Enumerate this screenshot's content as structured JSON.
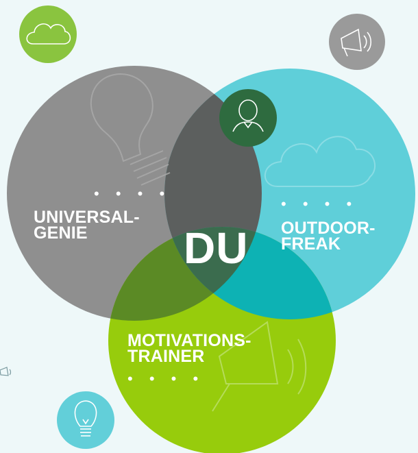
{
  "diagram": {
    "center_text": "DU",
    "circles": [
      {
        "id": "universal",
        "lines": [
          "UNIVERSAL-",
          "GENIE"
        ],
        "color": "#8f8f8f"
      },
      {
        "id": "outdoor",
        "lines": [
          "OUTDOOR-",
          "FREAK"
        ],
        "color": "#5fcfd9"
      },
      {
        "id": "motivation",
        "lines": [
          "MOTIVATIONS-",
          "TRAINER"
        ],
        "color": "#97cc0c"
      }
    ],
    "dots": "• • • •"
  },
  "icons": [
    {
      "name": "cloud-icon",
      "color": "#8ac43f"
    },
    {
      "name": "megaphone-icon",
      "color": "#9a9a9a"
    },
    {
      "name": "person-icon",
      "color": "#2e6b3f"
    },
    {
      "name": "lightbulb-icon",
      "color": "#62cfd9"
    }
  ]
}
